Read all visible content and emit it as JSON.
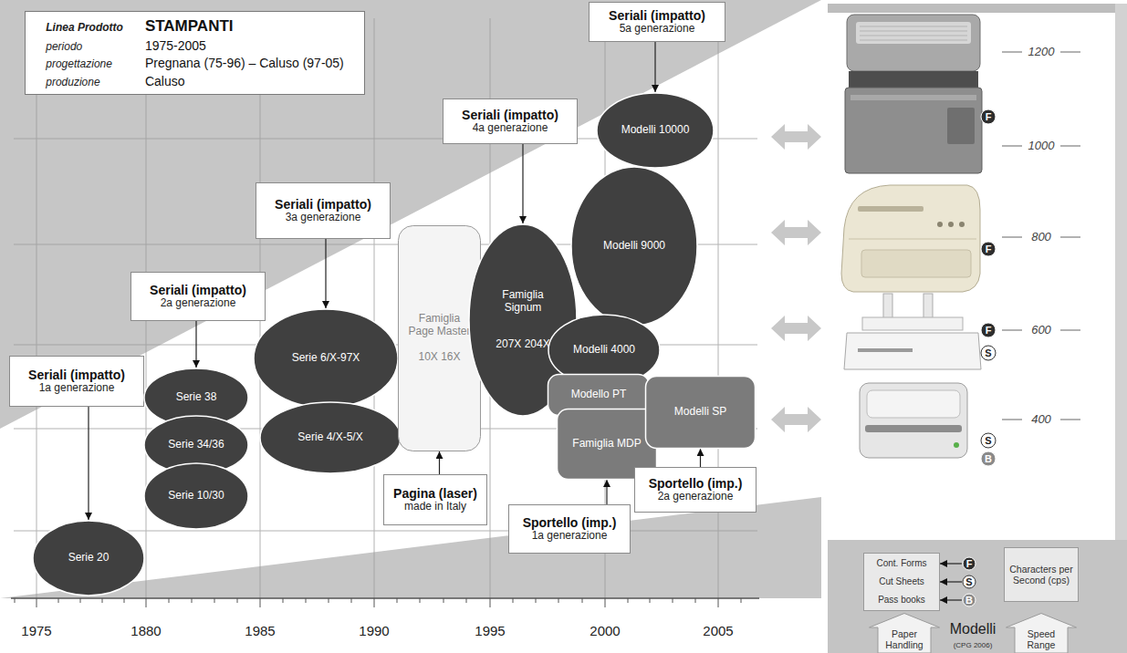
{
  "diagram": {
    "nodes": [
      {
        "text": [
          "Linea Prodotto",
          "STAMPANTI",
          "periodo",
          "1975-2005",
          "progettazione",
          "Pregnana (75-96) – Caluso (97-05)",
          "produzione",
          "Caluso"
        ]
      },
      {
        "text": [
          "Seriali (impatto)",
          "1a generazione"
        ]
      },
      {
        "text": [
          "Serie 20"
        ]
      },
      {
        "text": [
          "Seriali (impatto)",
          "2a generazione"
        ]
      },
      {
        "text": [
          "Serie 38"
        ]
      },
      {
        "text": [
          "Serie 34/36"
        ]
      },
      {
        "text": [
          "Serie 10/30"
        ]
      },
      {
        "text": [
          "Seriali (impatto)",
          "3a generazione"
        ]
      },
      {
        "text": [
          "Serie 6/X-97X"
        ]
      },
      {
        "text": [
          "Serie 4/X-5/X"
        ]
      },
      {
        "text": [
          "Famiglia Page Master",
          "10X 16X"
        ]
      },
      {
        "text": [
          "Pagina (laser)",
          "made in Italy"
        ]
      },
      {
        "text": [
          "Seriali (impatto)",
          "4a generazione"
        ]
      },
      {
        "text": [
          "Famiglia Signum",
          "207X 204X"
        ]
      },
      {
        "text": [
          "Seriali (impatto)",
          "5a generazione"
        ]
      },
      {
        "text": [
          "Modelli 10000"
        ]
      },
      {
        "text": [
          "Modelli 9000"
        ]
      },
      {
        "text": [
          "Modelli 4000"
        ]
      },
      {
        "text": [
          "Modello PT"
        ]
      },
      {
        "text": [
          "Famiglia MDP"
        ]
      },
      {
        "text": [
          "Modelli SP"
        ]
      },
      {
        "text": [
          "Sportello (imp.)",
          "1a generazione"
        ]
      },
      {
        "text": [
          "Sportello (imp.)",
          "2a generazione"
        ]
      },
      {
        "text": [
          "F"
        ]
      },
      {
        "text": [
          "F"
        ]
      },
      {
        "text": [
          "F"
        ]
      },
      {
        "text": [
          "S"
        ]
      },
      {
        "text": [
          "S"
        ]
      },
      {
        "text": [
          "B"
        ]
      },
      {
        "text": [
          "Cont. Forms",
          "Cut Sheets",
          "Pass books"
        ]
      },
      {
        "text": [
          "F"
        ]
      },
      {
        "text": [
          "S"
        ]
      },
      {
        "text": [
          "B"
        ]
      },
      {
        "text": [
          "Characters per Second (cps)"
        ]
      },
      {
        "text": [
          "Paper Handling"
        ]
      },
      {
        "text": [
          "Speed Range"
        ]
      }
    ],
    "edges": [
      {
        "from": 1,
        "to": 2,
        "arrow": "to"
      },
      {
        "from": 3,
        "to": 4,
        "arrow": "to"
      },
      {
        "from": 7,
        "to": 8,
        "arrow": "to"
      },
      {
        "from": 11,
        "to": 10,
        "arrow": "to"
      },
      {
        "from": 12,
        "to": 13,
        "arrow": "to"
      },
      {
        "from": 14,
        "to": 15,
        "arrow": "to"
      },
      {
        "from": 21,
        "to": 19,
        "arrow": "to"
      },
      {
        "from": 22,
        "to": 20,
        "arrow": "to"
      },
      {
        "from": 30,
        "to": 29,
        "arrow": "to"
      },
      {
        "from": 31,
        "to": 29,
        "arrow": "to"
      },
      {
        "from": 32,
        "to": 29,
        "arrow": "to"
      }
    ],
    "labels": [
      "1200",
      "1000",
      "800",
      "600",
      "400",
      "1975",
      "1880",
      "1985",
      "1990",
      "1995",
      "2000",
      "2005",
      "Modelli",
      "(CPG 2006)"
    ]
  }
}
